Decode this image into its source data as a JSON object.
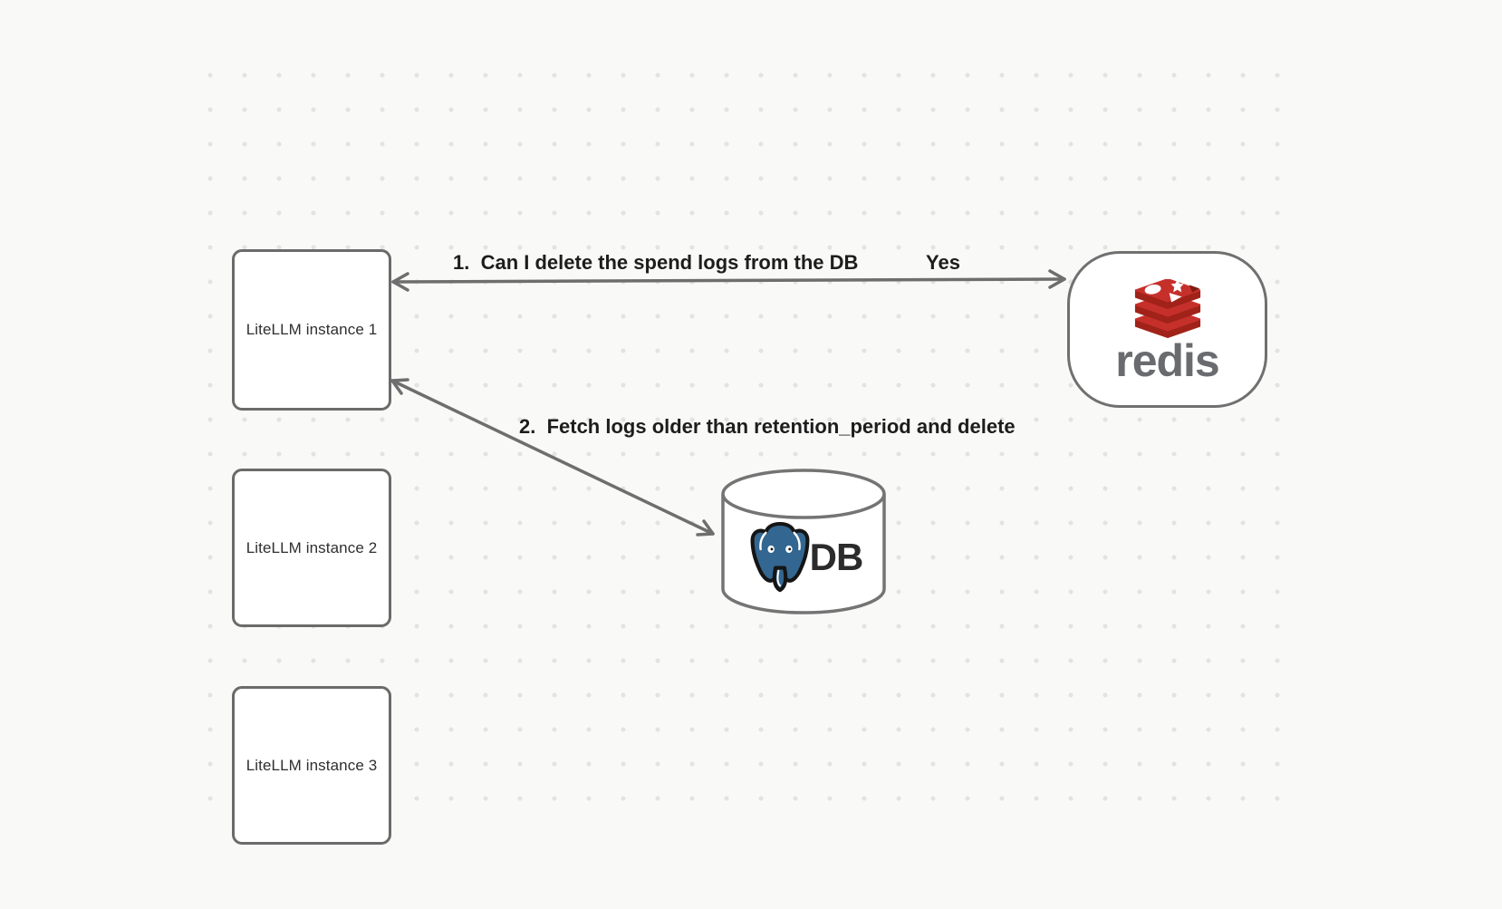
{
  "diagram": {
    "type": "architecture-diagram",
    "colors": {
      "background": "#f9f9f7",
      "dot_grid": "#e3e3e1",
      "node_border": "#6b6b6b",
      "node_fill": "#ffffff",
      "arrow": "#6e6e6e",
      "edge_label_text": "#1d1d1d",
      "node_label_text": "#2f2f2f",
      "redis_red": "#c6302b",
      "redis_dark_red": "#a02219",
      "redis_notch_red": "#7f1b12",
      "redis_wordmark_gray": "#6a6b6e",
      "postgres_blue": "#336791",
      "db_text": "#2b2b2b"
    },
    "nodes": {
      "litellm_instances": [
        {
          "label": "LiteLLM instance 1"
        },
        {
          "label": "LiteLLM instance 2"
        },
        {
          "label": "LiteLLM instance 3"
        }
      ],
      "redis": {
        "wordmark": "redis",
        "icon": "redis-stack-logo"
      },
      "db": {
        "label": "DB",
        "icon": "postgresql-elephant-logo"
      }
    },
    "edges": [
      {
        "label": "1.  Can I delete the spend logs from the DB",
        "response": "Yes",
        "from": "LiteLLM instance 1",
        "to": "redis",
        "direction": "bidirectional"
      },
      {
        "label": "2.  Fetch logs older than retention_period and delete",
        "from": "LiteLLM instance 1",
        "to": "DB",
        "direction": "bidirectional"
      }
    ]
  }
}
